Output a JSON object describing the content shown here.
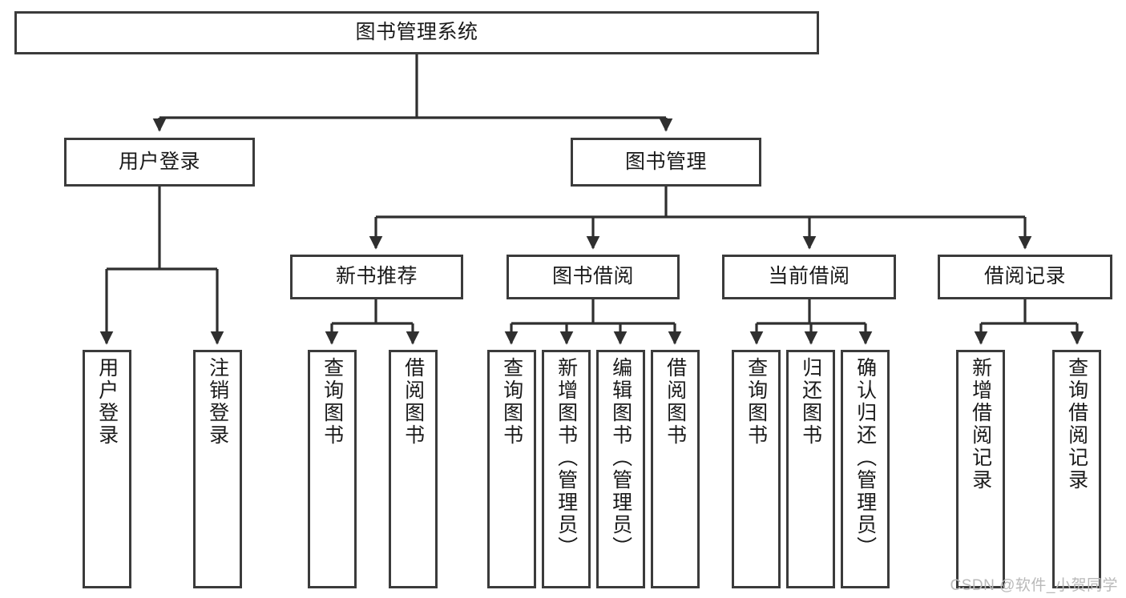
{
  "diagram": {
    "title": "图书管理系统",
    "type": "tree-hierarchy",
    "watermark": "CSDN @软件_小贺同学",
    "colors": {
      "box_border": "#3b3b3b",
      "box_fill": "#ffffff",
      "edge": "#2f2f2f",
      "text": "#1a1a1a",
      "watermark": "#b9b9b9"
    },
    "levels": {
      "root": "图书管理系统",
      "level2": [
        "用户登录",
        "图书管理"
      ],
      "level3": [
        "新书推荐",
        "图书借阅",
        "当前借阅",
        "借阅记录"
      ],
      "leaves": [
        "用户登录",
        "注销登录",
        "查询图书",
        "借阅图书",
        "查询图书",
        "新增图书（管理员）",
        "编辑图书（管理员）",
        "借阅图书",
        "查询图书",
        "归还图书",
        "确认归还（管理员）",
        "新增借阅记录",
        "查询借阅记录"
      ]
    },
    "nodes": {
      "root": {
        "label": "图书管理系统"
      },
      "user_login": {
        "label": "用户登录"
      },
      "book_manage": {
        "label": "图书管理"
      },
      "new_book_rec": {
        "label": "新书推荐"
      },
      "book_borrow": {
        "label": "图书借阅"
      },
      "current_borrow": {
        "label": "当前借阅"
      },
      "borrow_record": {
        "label": "借阅记录"
      },
      "leaf_user_login": {
        "label": "用户登录"
      },
      "leaf_logout": {
        "label": "注销登录"
      },
      "leaf_query_book_1": {
        "label": "查询图书"
      },
      "leaf_borrow_book_1": {
        "label": "借阅图书"
      },
      "leaf_query_book_2": {
        "label": "查询图书"
      },
      "leaf_add_book": {
        "label": "新增图书（管理员）"
      },
      "leaf_edit_book": {
        "label": "编辑图书（管理员）"
      },
      "leaf_borrow_book_2": {
        "label": "借阅图书"
      },
      "leaf_query_book_3": {
        "label": "查询图书"
      },
      "leaf_return_book": {
        "label": "归还图书"
      },
      "leaf_confirm_return": {
        "label": "确认归还（管理员）"
      },
      "leaf_add_record": {
        "label": "新增借阅记录"
      },
      "leaf_query_record": {
        "label": "查询借阅记录"
      }
    }
  }
}
